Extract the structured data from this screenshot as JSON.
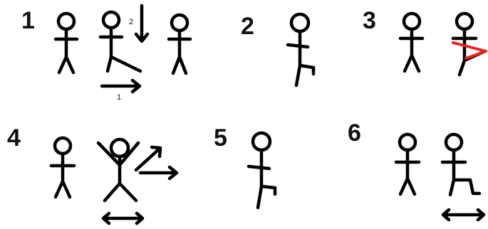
{
  "steps": [
    {
      "number": "1"
    },
    {
      "number": "2"
    },
    {
      "number": "3"
    },
    {
      "number": "4"
    },
    {
      "number": "5"
    },
    {
      "number": "6"
    }
  ],
  "annotations": {
    "arrow_1_label": "1",
    "arrow_2_label": "2"
  },
  "colors": {
    "ink": "#000000",
    "highlight": "#e52424",
    "background": "#ffffff"
  }
}
